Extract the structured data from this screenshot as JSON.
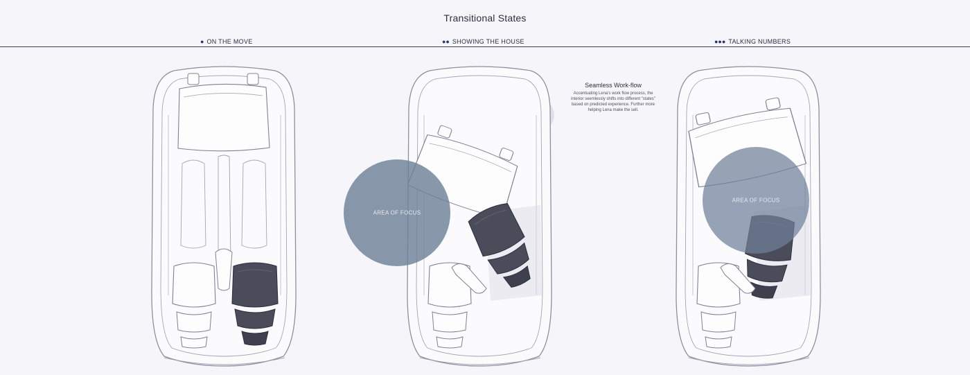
{
  "title": "Transitional States",
  "states": [
    {
      "dots": "●",
      "label": "ON THE MOVE"
    },
    {
      "dots": "●●",
      "label": "SHOWING THE HOUSE"
    },
    {
      "dots": "●●●",
      "label": "TALKING NUMBERS"
    }
  ],
  "sidenote": {
    "title": "Seamless Work-flow",
    "body": "Accentuating Lena's work flow process, the interior seemlessly shifts into different \"states\" based on predicted experience. Further more helping Lena make the sell."
  },
  "focus_label": "AREA OF FOCUS",
  "colors": {
    "background": "#f6f6fa",
    "accent": "#2c3573",
    "focus_circle": "#6f8099",
    "seat_dark": "#4b4c5a",
    "outline": "#8c8f9e",
    "shadow": "#d9d9e3"
  }
}
